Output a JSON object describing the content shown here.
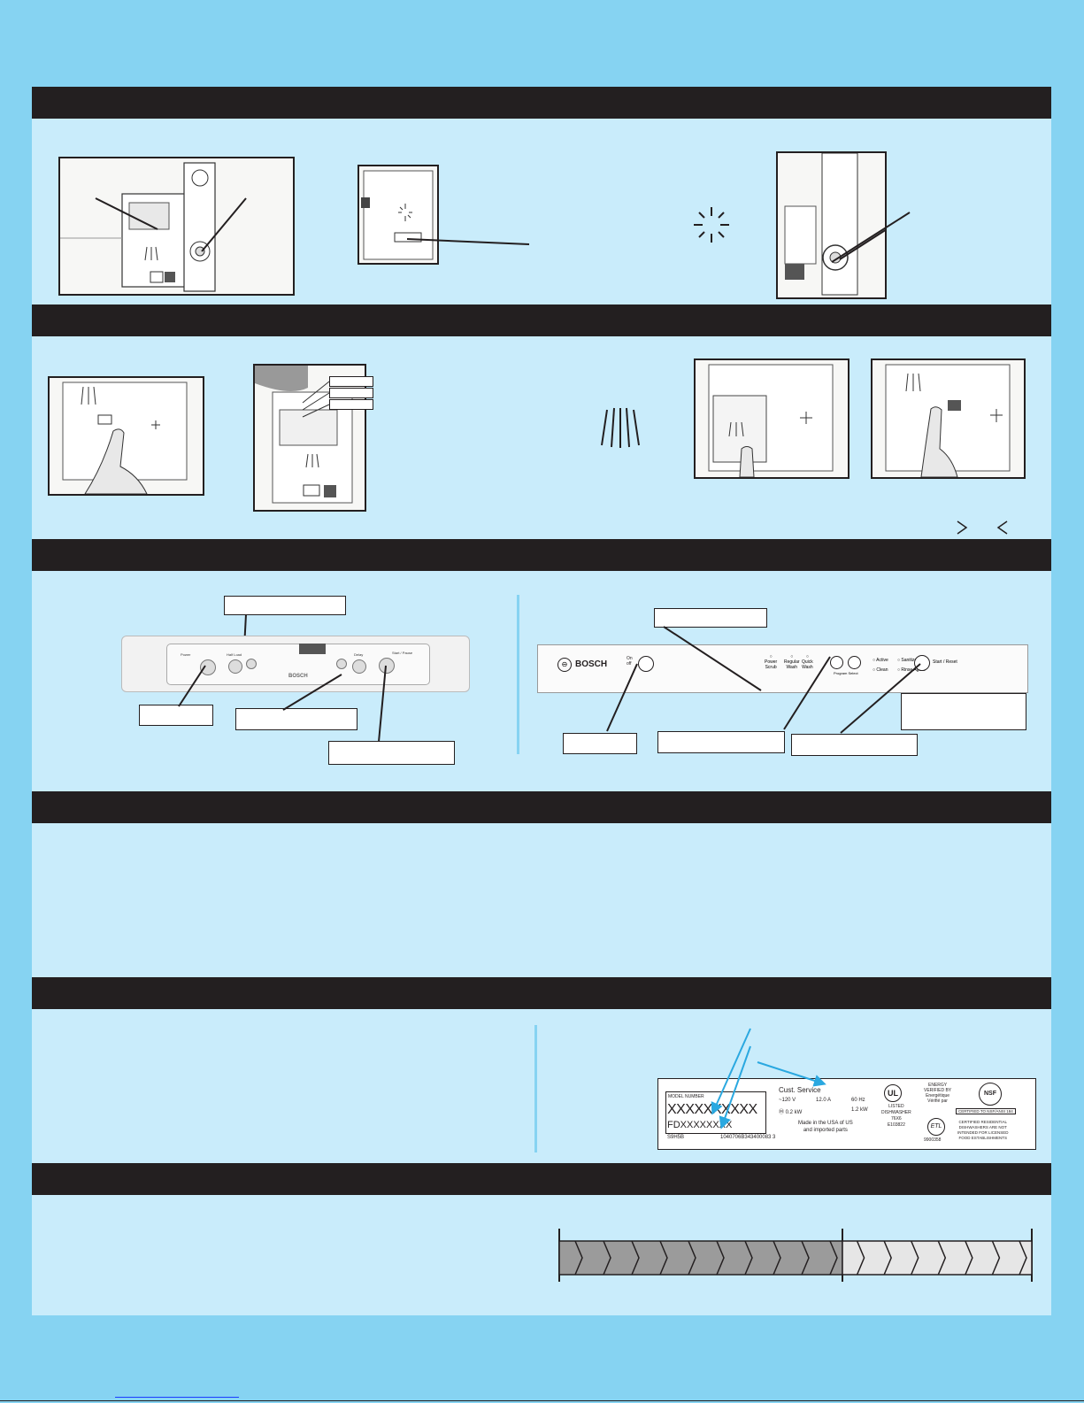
{
  "colors": {
    "page_bg": "#86d3f2",
    "panel_bg": "#c9ecfb",
    "bar_bg": "#231f20",
    "arrow_blue": "#2aa8e0"
  },
  "sections": [
    {
      "id": "s1",
      "title": ""
    },
    {
      "id": "s2",
      "title": ""
    },
    {
      "id": "s3",
      "title": ""
    },
    {
      "id": "s4",
      "title": ""
    },
    {
      "id": "s5",
      "title": ""
    },
    {
      "id": "s6",
      "title": ""
    }
  ],
  "control_panel_right": {
    "brand": "BOSCH",
    "on_label": "On",
    "off_label": "off",
    "cycle_1a": "Power",
    "cycle_1b": "Scrub",
    "cycle_2a": "Regular",
    "cycle_2b": "Wash",
    "cycle_3a": "Quick",
    "cycle_3b": "Wash",
    "program_label": "Program",
    "select_label": "Select",
    "indicator_1": "Active",
    "indicator_2": "Sanitized",
    "indicator_3": "Clean",
    "indicator_4": "Rinse Agent",
    "start_label": "Start / Reset"
  },
  "control_panel_left": {
    "brand": "BOSCH",
    "power": "Power",
    "half_load": "Half Load",
    "start_pause": "Start / Pause",
    "delay": "Delay"
  },
  "rating_label": {
    "model_number_header": "MODEL NUMBER",
    "model_number": "XXXXXXXXXX",
    "fd_number": "FDXXXXXXXX",
    "code_left": "S9H5B",
    "serial": "1040706B343400083 3",
    "cust_service": "Cust. Service",
    "voltage": "~120  V",
    "amps": "12.0  A",
    "hz": "60  Hz",
    "motor_kw": "0.2 kW",
    "heater_kw": "1.2 kW",
    "made_in": "Made in the USA of US",
    "imported": "and imported parts",
    "ul_text": "UL",
    "ul_listed": "LISTED",
    "dishwasher": "DISHWASHER",
    "dw_code1": "76X6",
    "dw_code2": "E103822",
    "energy_1": "ENERGY",
    "energy_2": "VERIFIED BY",
    "energy_3": "Energétique",
    "energy_4": "Vérifié par",
    "etl_number": "9900358",
    "nsf_text": "NSF",
    "certified": "CERTIFIED TO NSF/ANSI 184",
    "resid_1": "CERTIFIED RESIDENTIAL",
    "resid_2": "DISHWASHERS ARE NOT",
    "resid_3": "INTENDED FOR LICENSED",
    "resid_4": "FOOD ESTABLISHMENTS"
  },
  "progress": {
    "filled_chevrons": 10,
    "empty_chevrons": 7,
    "fraction": 0.6
  }
}
